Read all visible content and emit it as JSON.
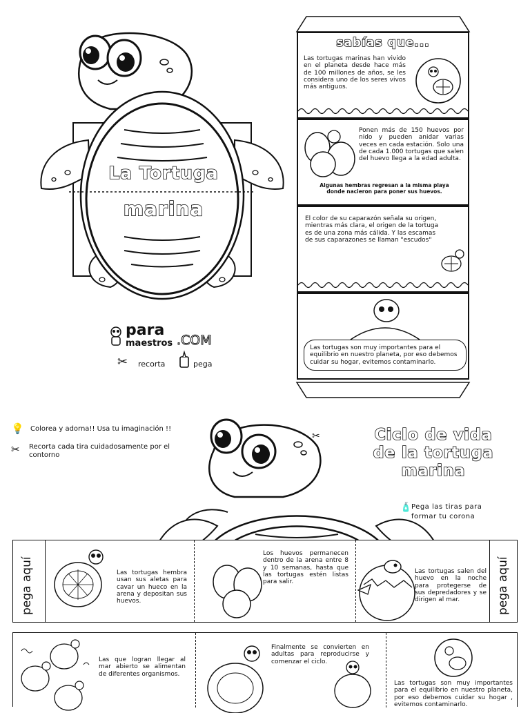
{
  "crown": {
    "title_line1": "La Tortuga",
    "title_line2": "marina"
  },
  "brand": {
    "name_para": "para",
    "name_maestros": "maestros",
    "name_com": ".COM",
    "cut_label": "recorta",
    "glue_label": "pega"
  },
  "booklet": {
    "title": "sabías que...",
    "p1": "Las tortugas marinas han vivido en el planeta desde hace más de 100 millones de años, se les considera uno de los seres vivos más antiguos.",
    "p2": "Ponen más de 150 huevos por nido y pueden anidar varias veces en cada estación. Solo una de cada 1.000 tortugas que salen del huevo llega a la edad adulta.",
    "p2b": "Algunas hembras regresan a la misma playa donde nacieron para poner sus huevos.",
    "p3": "El color de su caparazón señala su origen, mientras más clara, el origen de la tortuga es de una zona más cálida. Y las escamas de sus caparazones se llaman \"escudos\"",
    "p4": "Las tortugas son muy importantes para el equilibrio en nuestro planeta, por eso debemos cuidar su hogar, evitemos contaminarlo."
  },
  "instructions": {
    "item1": "Colorea y adorna!! Usa tu imaginación !!",
    "item2": "Recorta cada tira cuidadosamente por el contorno",
    "item3": "Pega las tiras para formar tu corona"
  },
  "cycle": {
    "title_line1": "Ciclo de vida",
    "title_line2": "de la tortuga",
    "title_line3": "marina"
  },
  "strip1": {
    "tab_left": "pega aquí",
    "tab_right": "pega aquí",
    "s1": "Las tortugas hembra usan sus aletas para cavar un hueco en la arena y depositan sus huevos.",
    "s2": "Los huevos permanecen dentro de la arena entre 8 y 10 semanas, hasta que las tortugas estén listas para salir.",
    "s3": "Las tortugas salen del huevo en la noche para protegerse de sus depredadores y se dirigen al mar."
  },
  "strip2": {
    "s1": "Las que logran llegar al mar abierto se alimentan de diferentes organismos.",
    "s2": "Finalmente se convierten en adultas para reproducirse y comenzar el ciclo.",
    "s3": "Las tortugas son muy importantes para el equilibrio en nuestro planeta, por eso debemos cuidar su hogar , evitemos contaminarlo."
  },
  "icons": [
    "turtle-crown-icon",
    "lightbulb-icon",
    "scissors-icon",
    "glue-bottle-icon",
    "turtle-icon",
    "egg-icon",
    "hatchling-icon",
    "wave-border-icon",
    "globe-turtle-icon"
  ]
}
